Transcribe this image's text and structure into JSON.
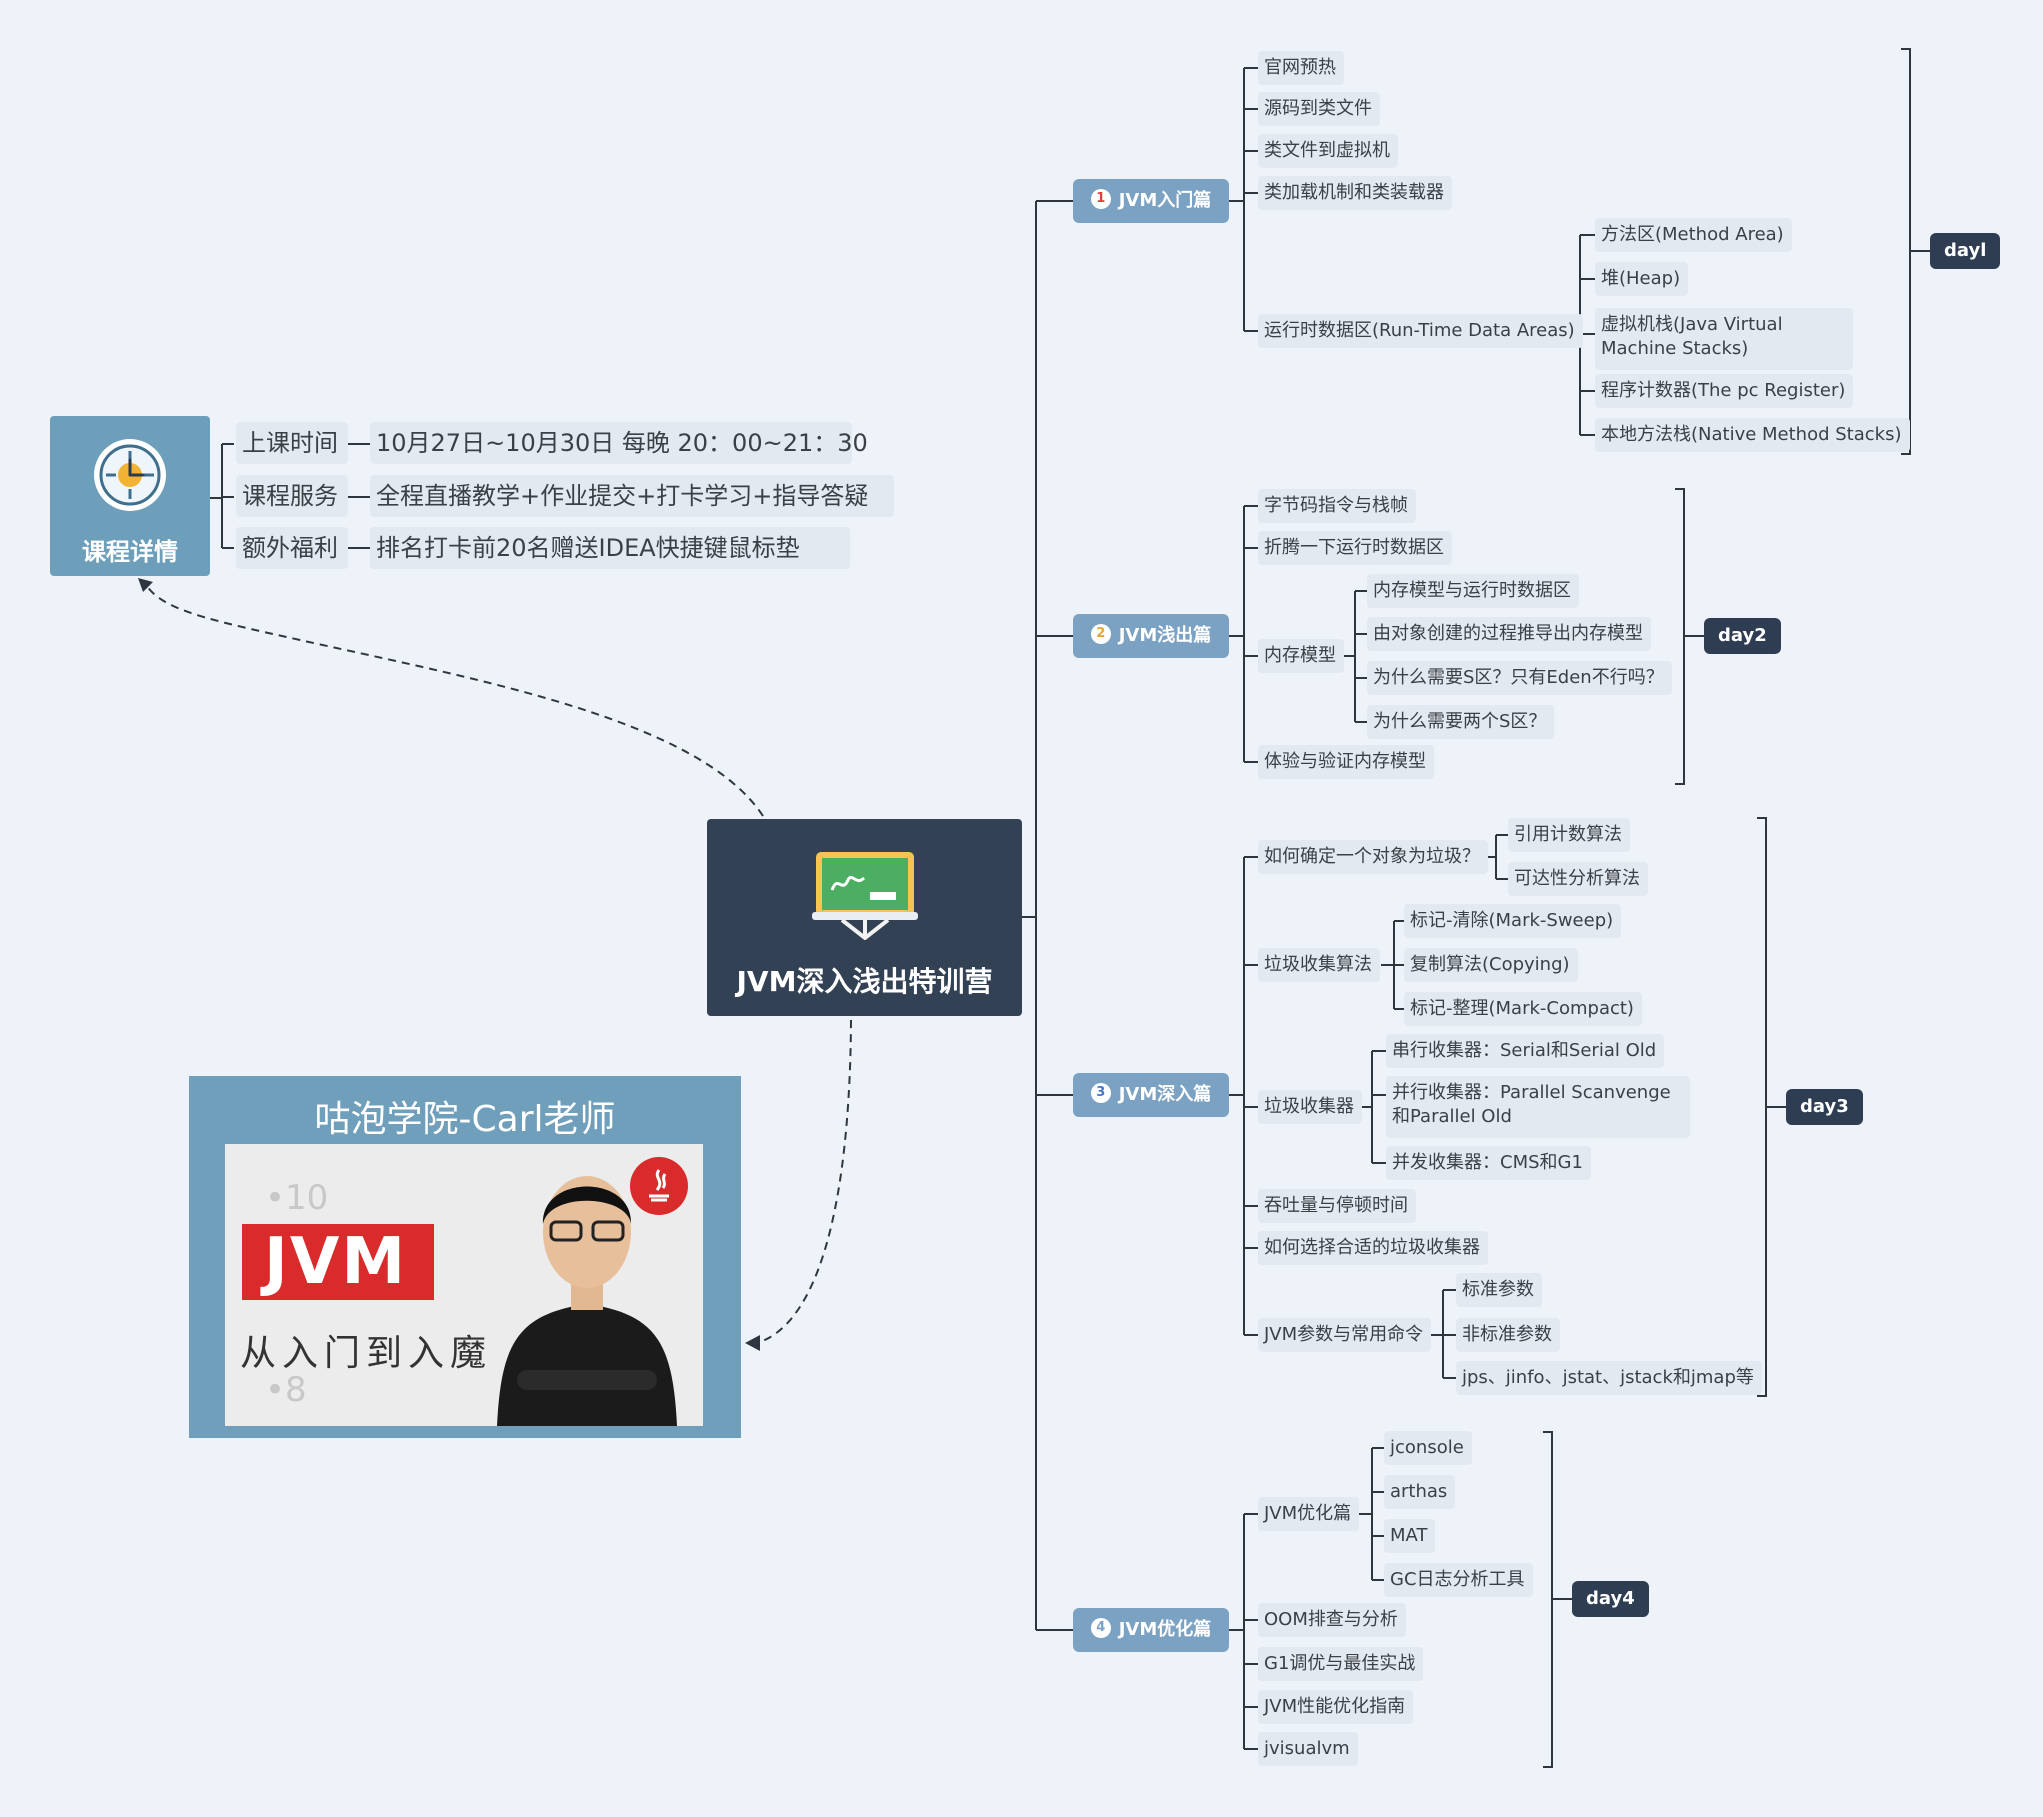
{
  "center": {
    "title": "JVM深入浅出特训营",
    "icon": "blackboard-icon"
  },
  "details": {
    "title": "课程详情",
    "icon": "clock-icon",
    "rows": [
      {
        "label": "上课时间",
        "value": "10月27日~10月30日  每晚 20：00~21：30"
      },
      {
        "label": "课程服务",
        "value": "全程直播教学+作业提交+打卡学习+指导答疑"
      },
      {
        "label": "额外福利",
        "value": "排名打卡前20名赠送IDEA快捷键鼠标垫"
      }
    ]
  },
  "teacher": {
    "title": "咕泡学院-Carl老师",
    "badge": "JVM",
    "subtitle": "从入门到入魔",
    "tick_top": "•10",
    "tick_bottom": "•8",
    "logo_icon": "java-logo-icon"
  },
  "chapters": [
    {
      "num": "1",
      "label": "JVM入门篇",
      "num_color": "#e23d3d",
      "day": "dayl",
      "items": [
        "官网预热",
        "源码到类文件",
        "类文件到虚拟机",
        "类加载机制和类装载器",
        {
          "label": "运行时数据区(Run-Time Data Areas)",
          "children": [
            "方法区(Method Area)",
            "堆(Heap)",
            "虚拟机栈(Java Virtual Machine Stacks)",
            "程序计数器(The pc Register)",
            "本地方法栈(Native Method Stacks)"
          ]
        }
      ]
    },
    {
      "num": "2",
      "label": "JVM浅出篇",
      "num_color": "#e9a23b",
      "day": "day2",
      "items": [
        "字节码指令与栈帧",
        "折腾一下运行时数据区",
        {
          "label": "内存模型",
          "children": [
            "内存模型与运行时数据区",
            "由对象创建的过程推导出内存模型",
            "为什么需要S区？只有Eden不行吗？",
            "为什么需要两个S区？"
          ]
        },
        "体验与验证内存模型"
      ]
    },
    {
      "num": "3",
      "label": "JVM深入篇",
      "num_color": "#3f78c9",
      "day": "day3",
      "items": [
        {
          "label": "如何确定一个对象为垃圾？",
          "children": [
            "引用计数算法",
            "可达性分析算法"
          ]
        },
        {
          "label": "垃圾收集算法",
          "children": [
            "标记-清除(Mark-Sweep)",
            "复制算法(Copying)",
            "标记-整理(Mark-Compact)"
          ]
        },
        {
          "label": "垃圾收集器",
          "children": [
            "串行收集器：Serial和Serial Old",
            "并行收集器：Parallel Scanvenge和Parallel Old",
            "并发收集器：CMS和G1"
          ]
        },
        "吞吐量与停顿时间",
        "如何选择合适的垃圾收集器",
        {
          "label": "JVM参数与常用命令",
          "children": [
            "标准参数",
            "非标准参数",
            "jps、jinfo、jstat、jstack和jmap等"
          ]
        }
      ]
    },
    {
      "num": "4",
      "label": "JVM优化篇",
      "num_color": "#7ba2c3",
      "day": "day4",
      "items": [
        {
          "label": "JVM优化篇",
          "children": [
            "jconsole",
            "arthas",
            "MAT",
            "GC日志分析工具"
          ]
        },
        "OOM排查与分析",
        "G1调优与最佳实战",
        "JVM性能优化指南",
        "jvisualvm"
      ]
    }
  ],
  "colors": {
    "background": "#eef3f9",
    "line": "#2f3640",
    "chapter": "#7ba2c3",
    "center": "#334155",
    "day_tag": "#2e3d52"
  }
}
